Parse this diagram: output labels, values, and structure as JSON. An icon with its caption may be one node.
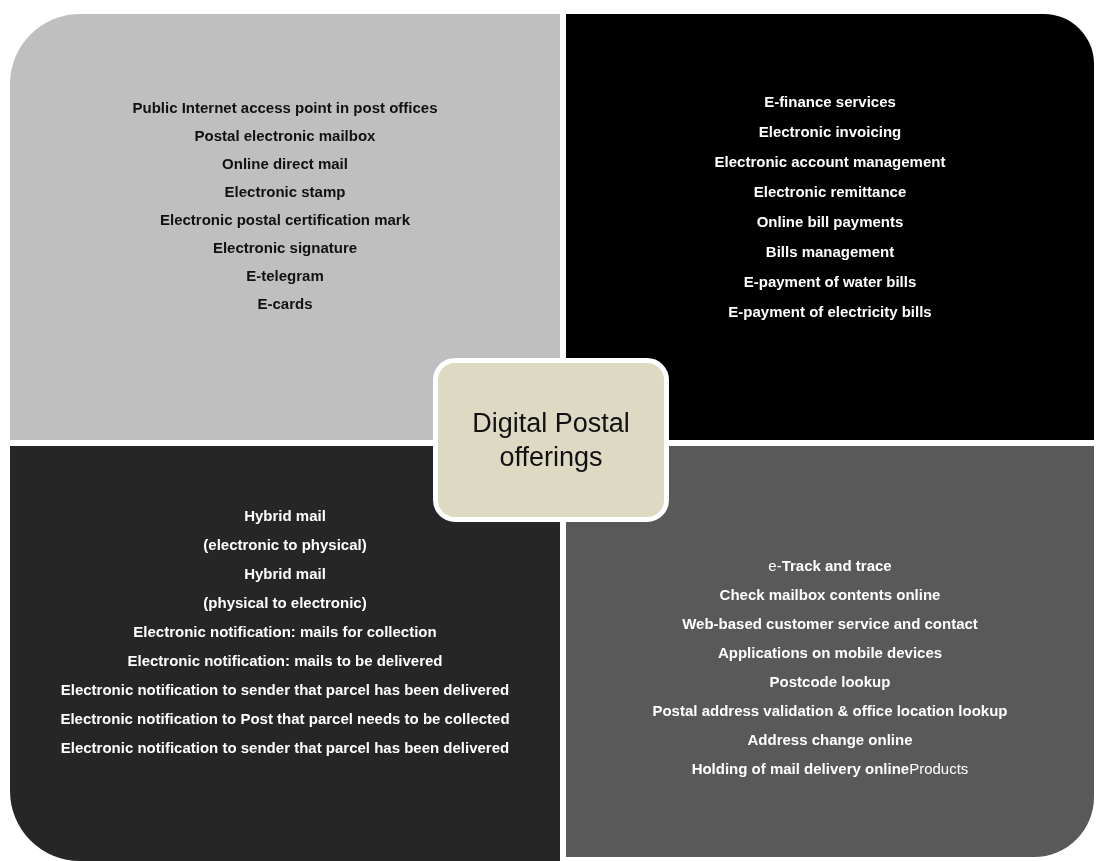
{
  "diagram": {
    "nodes": [
      {
        "text": [
          "Public Internet access point in post offices",
          "Postal electronic mailbox",
          "Online direct mail",
          "Electronic stamp",
          "Electronic postal certification mark",
          "Electronic signature",
          "E-telegram",
          "E-cards"
        ]
      },
      {
        "text": [
          "E-finance services",
          "Electronic invoicing",
          "Electronic account management",
          "Electronic remittance",
          "Online bill payments",
          "Bills management",
          "E-payment of water bills",
          "E-payment of electricity bills"
        ]
      },
      {
        "text": [
          "Hybrid mail",
          "(electronic to physical)",
          "Hybrid mail",
          "(physical to electronic)",
          "Electronic notification: mails for collection",
          "Electronic notification: mails to be delivered",
          "Electronic notification to sender that parcel has been delivered",
          "Electronic notification to Post that parcel needs to be collected",
          "Electronic notification to sender that parcel has been delivered"
        ]
      },
      {
        "text": [
          "e-**Track and trace**",
          "Check mailbox contents online",
          "Web-based customer service and contact",
          "Applications on mobile devices",
          "Postcode lookup",
          "Postal address validation & office location lookup",
          "Address change online",
          "**Holding of mail delivery online**Products"
        ]
      },
      {
        "text": [
          "Digital Postal offerings"
        ]
      }
    ]
  }
}
